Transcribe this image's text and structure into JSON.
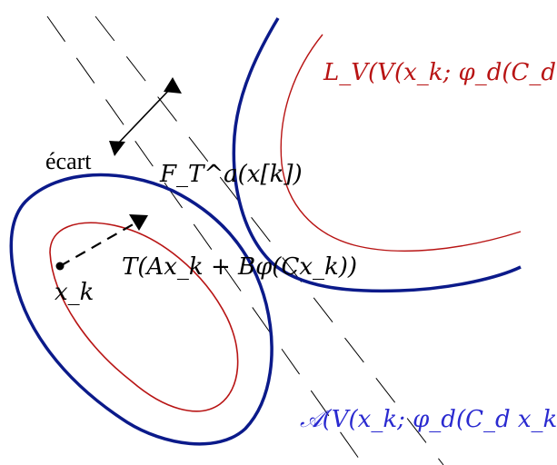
{
  "diagram": {
    "labels": {
      "ecart": "écart",
      "lyapunov_outer": "L_V(V(x_k; φ_d(C_d x_k)))",
      "feasible_set": "F_T^a(x[k])",
      "image": "T(Ax_k + Bφ(Cx_k))",
      "point": "x_k",
      "script_a": "𝒜(V(x_k; φ_d(C_d x_k)))"
    },
    "colors": {
      "blue_curve": "#0b1a8a",
      "red_curve": "#b81414",
      "dashed": "#000000",
      "red_label": "#b81414",
      "blue_label": "#2a2ad0",
      "text": "#000000"
    },
    "icons": {
      "arrow_head": "filled-triangle-arrow",
      "point_marker": "filled-dot"
    }
  }
}
